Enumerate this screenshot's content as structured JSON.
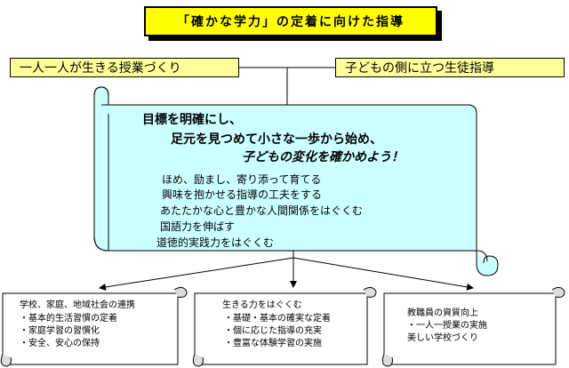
{
  "title": "「確かな学力」の定着に向けた指導",
  "left_box": "一人一人が生きる授業づくり",
  "right_box": "子どもの側に立つ生徒指導",
  "goals": [
    "目標を明確にし、",
    "足元を見つめて小さな一歩から始め、",
    "子どもの変化を確かめよう！"
  ],
  "items": [
    "ほめ、励まし、寄り添って育てる",
    "興味を抱かせる指導の工夫をする",
    "あたたかな心と豊かな人間関係をはぐくむ",
    "国語力を伸ばす",
    "道徳的実践力をはぐくむ"
  ],
  "bottom_boxes": [
    {
      "heading": "学校、家庭、地域社会の連携",
      "lines": [
        "・基本的生活習慣の定着",
        "・家庭学習の習慣化",
        "・安全、安心の保持"
      ]
    },
    {
      "heading": "生きる力をはぐくむ",
      "lines": [
        "・基礎・基本の確実な定着",
        "・個に応じた指導の充実",
        "・豊富な体験学習の実施"
      ]
    },
    {
      "heading": "教職員の資質向上",
      "lines": [
        "・一人一授業の実施",
        "美しい学校づくり"
      ]
    }
  ],
  "colors": {
    "title_fill": "#ffff00",
    "box_fill": "#ffff99",
    "scroll_fill": "#ccffff",
    "outline": "#000000"
  }
}
